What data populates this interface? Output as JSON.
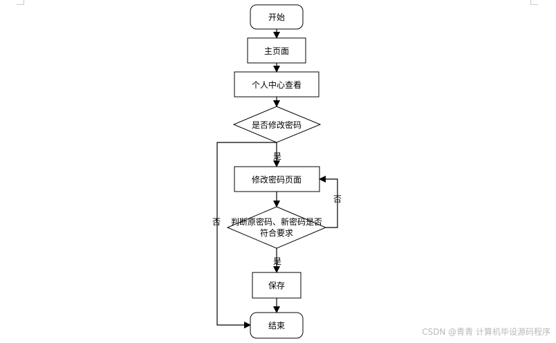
{
  "nodes": {
    "start": "开始",
    "home": "主页面",
    "profile": "个人中心查看",
    "change_password_decision": "是否修改密码",
    "change_password_page": "修改密码页面",
    "validation_line_1": "判断原密码、新密码是否",
    "validation_line_2": "符合要求",
    "save": "保存",
    "end": "结束"
  },
  "edges": {
    "yes_after_change_decision": "是",
    "no_bypass": "否",
    "no_loop_back": "否",
    "yes_after_validation": "是"
  },
  "watermark": {
    "text": "CSDN @青青   计算机毕设源码程序"
  }
}
